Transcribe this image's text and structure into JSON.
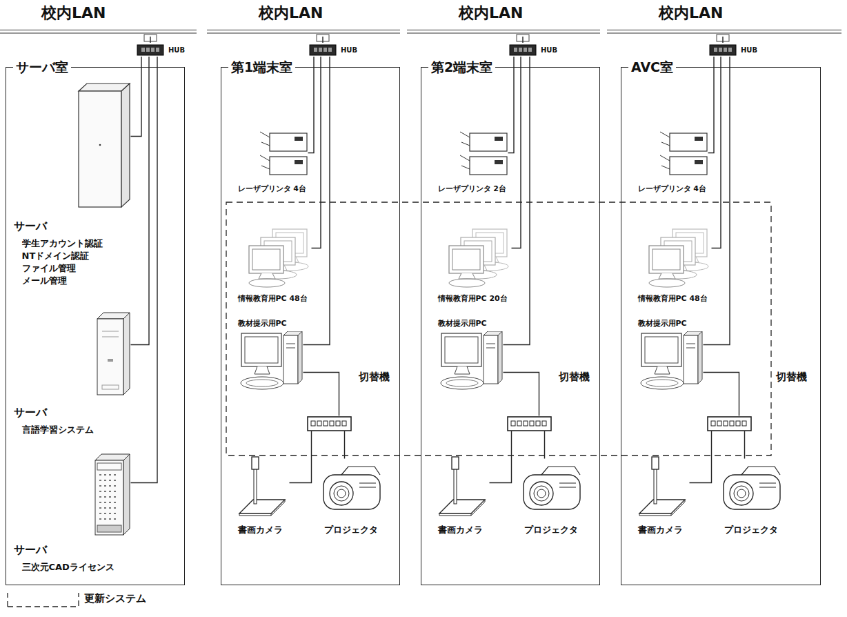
{
  "diagram": {
    "nodes": [
      {
        "text": [
          "校内LAN"
        ]
      },
      {
        "text": [
          "HUB"
        ]
      },
      {
        "text": [
          "サーバ室"
        ]
      },
      {
        "text": [
          "サーバ",
          "学生アカウント認証 NTドメイン認証 ファイル管理 メール管理"
        ],
        "in": 2
      },
      {
        "text": [
          "サーバ",
          "言語学習システム"
        ],
        "in": 2
      },
      {
        "text": [
          "サーバ",
          "三次元CADライセンス"
        ],
        "in": 2
      },
      {
        "text": [
          "校内LAN"
        ]
      },
      {
        "text": [
          "HUB"
        ]
      },
      {
        "text": [
          "第1端末室"
        ]
      },
      {
        "text": [
          "レーザプリンタ 4台"
        ],
        "in": 8
      },
      {
        "text": [
          "情報教育用PC 48台"
        ],
        "in": 8
      },
      {
        "text": [
          "教材提示用PC"
        ],
        "in": 8
      },
      {
        "text": [
          "切替機"
        ],
        "in": 8
      },
      {
        "text": [
          "書画カメラ"
        ],
        "in": 8
      },
      {
        "text": [
          "プロジェクタ"
        ],
        "in": 8
      },
      {
        "text": [
          "校内LAN"
        ]
      },
      {
        "text": [
          "HUB"
        ]
      },
      {
        "text": [
          "第2端末室"
        ]
      },
      {
        "text": [
          "レーザプリンタ 2台"
        ],
        "in": 17
      },
      {
        "text": [
          "情報教育用PC 20台"
        ],
        "in": 17
      },
      {
        "text": [
          "教材提示用PC"
        ],
        "in": 17
      },
      {
        "text": [
          "切替機"
        ],
        "in": 17
      },
      {
        "text": [
          "書画カメラ"
        ],
        "in": 17
      },
      {
        "text": [
          "プロジェクタ"
        ],
        "in": 17
      },
      {
        "text": [
          "校内LAN"
        ]
      },
      {
        "text": [
          "HUB"
        ]
      },
      {
        "text": [
          "AVC室"
        ]
      },
      {
        "text": [
          "レーザプリンタ 4台"
        ],
        "in": 26
      },
      {
        "text": [
          "情報教育用PC 48台"
        ],
        "in": 26
      },
      {
        "text": [
          "教材提示用PC"
        ],
        "in": 26
      },
      {
        "text": [
          "切替機"
        ],
        "in": 26
      },
      {
        "text": [
          "書画カメラ"
        ],
        "in": 26
      },
      {
        "text": [
          "プロジェクタ"
        ],
        "in": 26
      }
    ],
    "edges": [
      {
        "from": 0,
        "to": 1,
        "arrow": "none"
      },
      {
        "from": 1,
        "to": 3,
        "arrow": "none"
      },
      {
        "from": 1,
        "to": 4,
        "arrow": "none"
      },
      {
        "from": 1,
        "to": 5,
        "arrow": "none"
      },
      {
        "from": 6,
        "to": 7,
        "arrow": "none"
      },
      {
        "from": 7,
        "to": 9,
        "arrow": "none"
      },
      {
        "from": 7,
        "to": 10,
        "arrow": "none"
      },
      {
        "from": 7,
        "to": 11,
        "arrow": "none"
      },
      {
        "from": 11,
        "to": 12,
        "arrow": "none"
      },
      {
        "from": 12,
        "to": 13,
        "arrow": "none"
      },
      {
        "from": 12,
        "to": 14,
        "arrow": "none"
      },
      {
        "from": 15,
        "to": 16,
        "arrow": "none"
      },
      {
        "from": 16,
        "to": 18,
        "arrow": "none"
      },
      {
        "from": 16,
        "to": 19,
        "arrow": "none"
      },
      {
        "from": 16,
        "to": 20,
        "arrow": "none"
      },
      {
        "from": 20,
        "to": 21,
        "arrow": "none"
      },
      {
        "from": 21,
        "to": 22,
        "arrow": "none"
      },
      {
        "from": 21,
        "to": 23,
        "arrow": "none"
      },
      {
        "from": 24,
        "to": 25,
        "arrow": "none"
      },
      {
        "from": 25,
        "to": 27,
        "arrow": "none"
      },
      {
        "from": 25,
        "to": 28,
        "arrow": "none"
      },
      {
        "from": 25,
        "to": 29,
        "arrow": "none"
      },
      {
        "from": 29,
        "to": 30,
        "arrow": "none"
      },
      {
        "from": 30,
        "to": 31,
        "arrow": "none"
      },
      {
        "from": 30,
        "to": 32,
        "arrow": "none"
      }
    ],
    "legend": [
      {
        "text": "更新システム"
      }
    ]
  }
}
